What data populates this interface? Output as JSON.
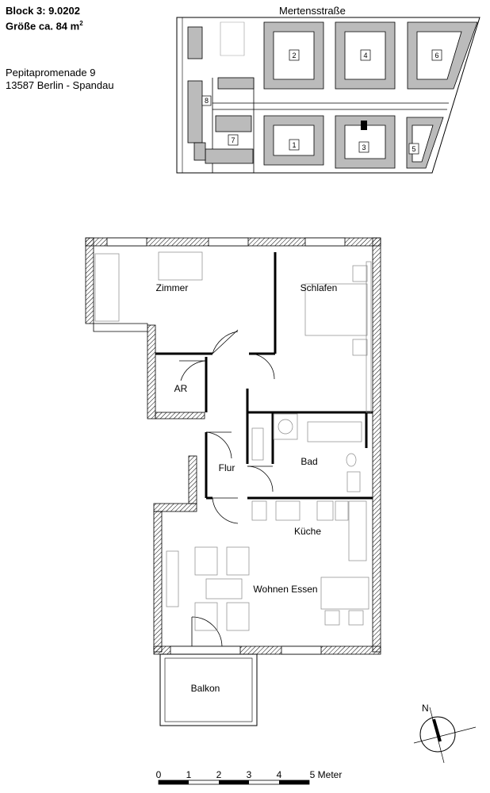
{
  "header": {
    "block": "Block 3: 9.0202",
    "size_prefix": "Größe ca. 84 m",
    "size_sup": "2",
    "street": "Pepitapromenade 9",
    "city": "13587 Berlin - Spandau"
  },
  "siteplan": {
    "street_name": "Mertensstraße",
    "buildings": [
      "2",
      "4",
      "6",
      "8",
      "7",
      "1",
      "3",
      "5"
    ]
  },
  "rooms": {
    "zimmer": "Zimmer",
    "schlafen": "Schlafen",
    "ar": "AR",
    "bad": "Bad",
    "flur": "Flur",
    "kueche": "Küche",
    "wohnen": "Wohnen Essen",
    "balkon": "Balkon"
  },
  "compass": {
    "north": "N"
  },
  "scale": {
    "ticks": [
      "0",
      "1",
      "2",
      "3",
      "4",
      "5 Meter"
    ]
  }
}
